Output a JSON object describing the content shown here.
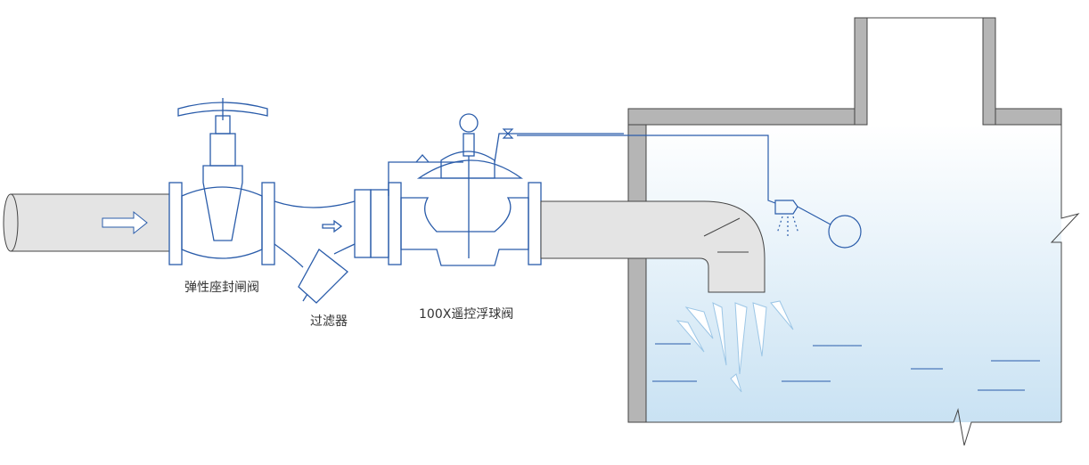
{
  "labels": {
    "gate_valve": "弹性座封闸阀",
    "strainer": "过滤器",
    "float_valve": "100X遥控浮球阀"
  },
  "colors": {
    "line": "#2a5caa",
    "pipe_fill": "#e4e4e4",
    "pipe_stroke": "#444444",
    "wall": "#b5b5b5",
    "water_top": "#ffffff",
    "water_bottom": "#c9e2f3"
  }
}
